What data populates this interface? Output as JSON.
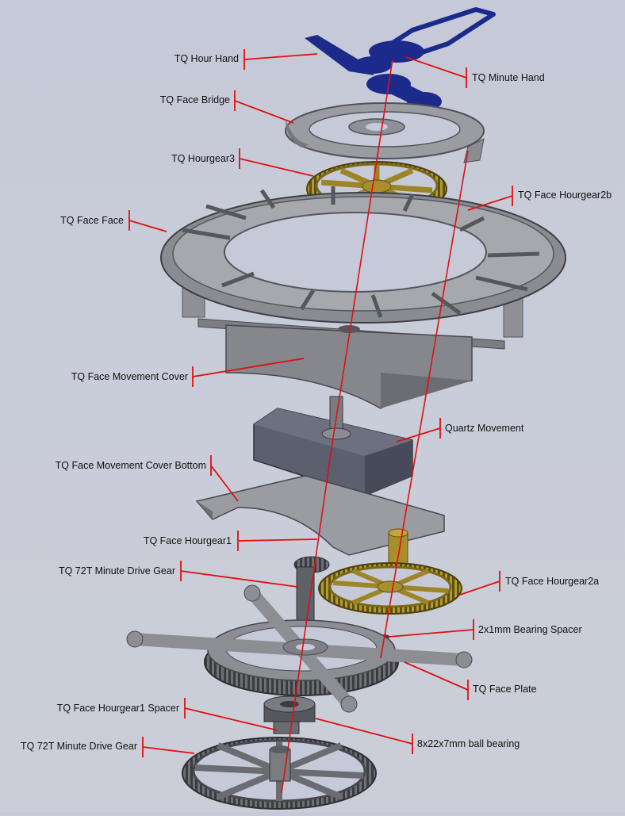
{
  "labels": {
    "hour_hand": "TQ Hour Hand",
    "minute_hand": "TQ Minute Hand",
    "face_bridge": "TQ Face Bridge",
    "hourgear3": "TQ Hourgear3",
    "hourgear2b": "TQ Face Hourgear2b",
    "face_face": "TQ Face Face",
    "movement_cover": "TQ Face Movement Cover",
    "quartz_movement": "Quartz Movement",
    "movement_cover_bottom": "TQ Face Movement Cover Bottom",
    "hourgear1": "TQ Face Hourgear1",
    "minute_drive_gear_top": "TQ 72T Minute Drive Gear",
    "hourgear2a": "TQ Face Hourgear2a",
    "bearing_spacer": "2x1mm Bearing Spacer",
    "face_plate": "TQ Face Plate",
    "hourgear1_spacer": "TQ Face Hourgear1 Spacer",
    "ball_bearing": "8x22x7mm ball bearing",
    "minute_drive_gear_bottom": "TQ 72T Minute Drive Gear"
  },
  "colors": {
    "leader": "#e01010",
    "hands": "#1c2a8c",
    "brass": "#a08a2a",
    "grey_part": "#8a8c90",
    "dark_part": "#5b5f6e"
  }
}
